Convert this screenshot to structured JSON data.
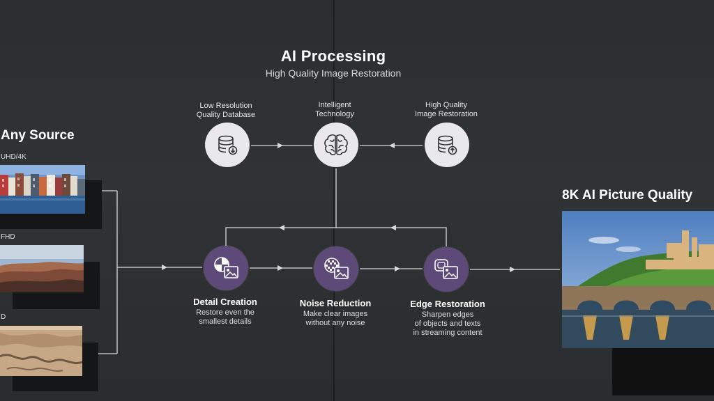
{
  "header": {
    "title": "AI Processing",
    "subtitle": "High Quality Image Restoration"
  },
  "top_nodes": [
    {
      "label_line1": "Low Resolution",
      "label_line2": "Quality Database",
      "icon": "database-download-icon"
    },
    {
      "label_line1": "Intelligent",
      "label_line2": "Technology",
      "icon": "brain-icon"
    },
    {
      "label_line1": "High Quality",
      "label_line2": "Image Restoration",
      "icon": "database-upload-icon"
    }
  ],
  "processes": [
    {
      "title": "Detail Creation",
      "desc_line1": "Restore even the",
      "desc_line2": "smallest details",
      "desc_line3": "",
      "icon": "detail-creation-icon"
    },
    {
      "title": "Noise Reduction",
      "desc_line1": "Make clear images",
      "desc_line2": "without any noise",
      "desc_line3": "",
      "icon": "noise-reduction-icon"
    },
    {
      "title": "Edge Restoration",
      "desc_line1": "Sharpen edges",
      "desc_line2": "of objects and texts",
      "desc_line3": "in streaming content",
      "icon": "edge-restoration-icon"
    }
  ],
  "source": {
    "title": "Any Source",
    "resolutions": [
      "UHD/4K",
      "FHD",
      "D"
    ]
  },
  "output": {
    "title": "8K AI Picture Quality"
  },
  "colors": {
    "background": "#2e3133",
    "node_light": "#e9e8ea",
    "node_purple": "#5e4a78",
    "line": "#d9d9d9"
  }
}
